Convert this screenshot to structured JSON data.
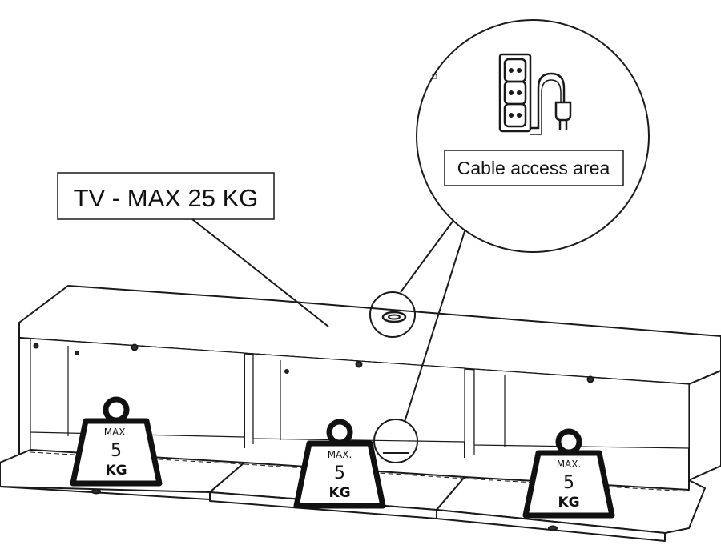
{
  "labels": {
    "tv_max": "TV - MAX 25 KG",
    "cable_access": "Cable access area"
  },
  "weights": [
    {
      "max_label": "MAX.",
      "value": "5",
      "unit": "KG"
    },
    {
      "max_label": "MAX.",
      "value": "5",
      "unit": "KG"
    },
    {
      "max_label": "MAX.",
      "value": "5",
      "unit": "KG"
    }
  ],
  "icons": {
    "power_strip": "power-strip-icon",
    "plug": "plug-icon",
    "weight": "weight-icon"
  }
}
